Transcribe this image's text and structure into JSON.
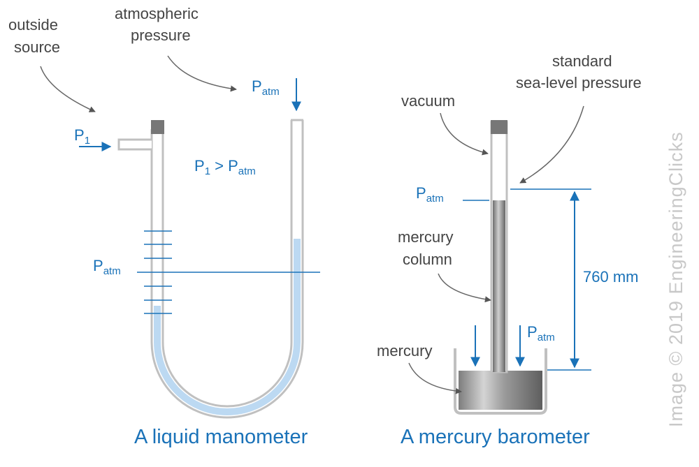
{
  "manometer": {
    "outside_source": [
      "outside",
      "source"
    ],
    "atmospheric_pressure": [
      "atmospheric",
      "pressure"
    ],
    "p1_label": "P",
    "p1_sub": "1",
    "patm_label": "P",
    "patm_sub": "atm",
    "relation_p": "P",
    "relation_sub1": "1",
    "relation_gt": " > P",
    "relation_sub2": "atm",
    "caption": "A liquid manometer"
  },
  "barometer": {
    "vacuum": "vacuum",
    "standard_pressure": [
      "standard",
      "sea-level pressure"
    ],
    "patm_label": "P",
    "patm_sub": "atm",
    "mercury_column": [
      "mercury",
      "column"
    ],
    "mercury": "mercury",
    "height": "760 mm",
    "caption": "A mercury barometer"
  },
  "watermark": "Image © 2019 EngineeringClicks",
  "colors": {
    "accent": "#1a72b8",
    "liquid": "#bcd9f2",
    "tube": "#c0c0c0",
    "mercury": "#8f8f8f",
    "text": "#444444"
  }
}
